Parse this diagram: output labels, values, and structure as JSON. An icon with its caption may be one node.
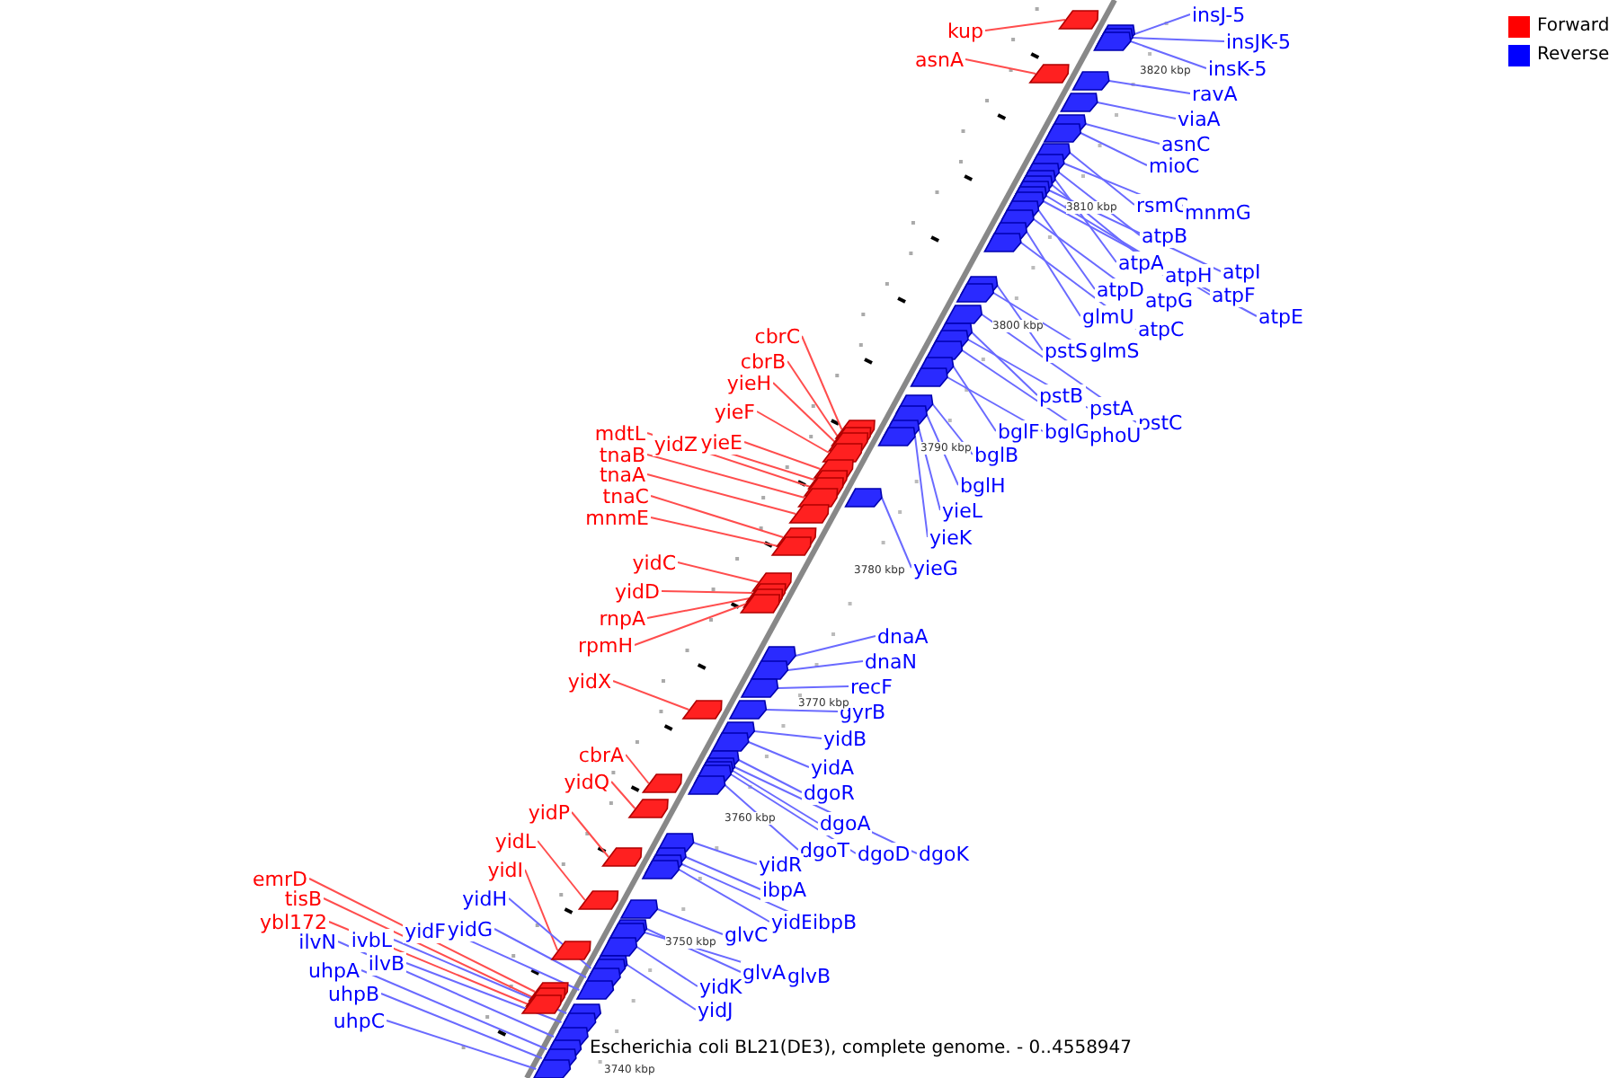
{
  "diagram": {
    "caption": "Escherichia coli BL21(DE3), complete genome. - 0..4558947",
    "nodes": [
      {
        "text": [
          "insJ-5"
        ]
      },
      {
        "text": [
          "insJK-5"
        ]
      },
      {
        "text": [
          "insK-5"
        ]
      },
      {
        "text": [
          "ravA"
        ]
      },
      {
        "text": [
          "viaA"
        ]
      },
      {
        "text": [
          "asnC"
        ]
      },
      {
        "text": [
          "mioC"
        ]
      },
      {
        "text": [
          "rsmG"
        ]
      },
      {
        "text": [
          "mnmG"
        ]
      },
      {
        "text": [
          "atpB"
        ]
      },
      {
        "text": [
          "atpA"
        ]
      },
      {
        "text": [
          "atpH"
        ]
      },
      {
        "text": [
          "atpI"
        ]
      },
      {
        "text": [
          "atpF"
        ]
      },
      {
        "text": [
          "atpE"
        ]
      },
      {
        "text": [
          "atpD"
        ]
      },
      {
        "text": [
          "atpG"
        ]
      },
      {
        "text": [
          "glmU"
        ]
      },
      {
        "text": [
          "atpC"
        ]
      },
      {
        "text": [
          "pstS"
        ]
      },
      {
        "text": [
          "glmS"
        ]
      },
      {
        "text": [
          "pstB"
        ]
      },
      {
        "text": [
          "pstA"
        ]
      },
      {
        "text": [
          "pstC"
        ]
      },
      {
        "text": [
          "bglF"
        ]
      },
      {
        "text": [
          "bglG"
        ]
      },
      {
        "text": [
          "phoU"
        ]
      },
      {
        "text": [
          "bglB"
        ]
      },
      {
        "text": [
          "bglH"
        ]
      },
      {
        "text": [
          "yieL"
        ]
      },
      {
        "text": [
          "yieK"
        ]
      },
      {
        "text": [
          "yieG"
        ]
      },
      {
        "text": [
          "kup"
        ]
      },
      {
        "text": [
          "asnA"
        ]
      },
      {
        "text": [
          "cbrC"
        ]
      },
      {
        "text": [
          "cbrB"
        ]
      },
      {
        "text": [
          "yieH"
        ]
      },
      {
        "text": [
          "yieF"
        ]
      },
      {
        "text": [
          "yieE"
        ]
      },
      {
        "text": [
          "yidZ"
        ]
      },
      {
        "text": [
          "mdtL"
        ]
      },
      {
        "text": [
          "tnaB"
        ]
      },
      {
        "text": [
          "tnaA"
        ]
      },
      {
        "text": [
          "tnaC"
        ]
      },
      {
        "text": [
          "mnmE"
        ]
      },
      {
        "text": [
          "yidC"
        ]
      },
      {
        "text": [
          "yidD"
        ]
      },
      {
        "text": [
          "rnpA"
        ]
      },
      {
        "text": [
          "rpmH"
        ]
      },
      {
        "text": [
          "yidX"
        ]
      },
      {
        "text": [
          "cbrA"
        ]
      },
      {
        "text": [
          "yidQ"
        ]
      },
      {
        "text": [
          "yidP"
        ]
      },
      {
        "text": [
          "yidL"
        ]
      },
      {
        "text": [
          "yidI"
        ]
      },
      {
        "text": [
          "emrD"
        ]
      },
      {
        "text": [
          "tisB"
        ]
      },
      {
        "text": [
          "ybl172"
        ]
      },
      {
        "text": [
          "dnaA"
        ]
      },
      {
        "text": [
          "dnaN"
        ]
      },
      {
        "text": [
          "recF"
        ]
      },
      {
        "text": [
          "gyrB"
        ]
      },
      {
        "text": [
          "yidB"
        ]
      },
      {
        "text": [
          "yidA"
        ]
      },
      {
        "text": [
          "dgoR"
        ]
      },
      {
        "text": [
          "dgoA"
        ]
      },
      {
        "text": [
          "dgoT"
        ]
      },
      {
        "text": [
          "dgoD"
        ]
      },
      {
        "text": [
          "dgoK"
        ]
      },
      {
        "text": [
          "yidR"
        ]
      },
      {
        "text": [
          "ibpA"
        ]
      },
      {
        "text": [
          "yidE"
        ]
      },
      {
        "text": [
          "ibpB"
        ]
      },
      {
        "text": [
          "glvC"
        ]
      },
      {
        "text": [
          "glvA"
        ]
      },
      {
        "text": [
          "glvB"
        ]
      },
      {
        "text": [
          "yidK"
        ]
      },
      {
        "text": [
          "yidJ"
        ]
      },
      {
        "text": [
          "yidH"
        ]
      },
      {
        "text": [
          "yidG"
        ]
      },
      {
        "text": [
          "yidF"
        ]
      },
      {
        "text": [
          "ivbL"
        ]
      },
      {
        "text": [
          "ilvB"
        ]
      },
      {
        "text": [
          "ilvN"
        ]
      },
      {
        "text": [
          "uhpA"
        ]
      },
      {
        "text": [
          "uhpB"
        ]
      },
      {
        "text": [
          "uhpC"
        ]
      },
      {
        "text": [],
        "shape": "pentagon"
      },
      {
        "text": [],
        "shape": "pentagon"
      },
      {
        "text": [],
        "shape": "pentagon"
      },
      {
        "text": [],
        "shape": "pentagon"
      },
      {
        "text": [],
        "shape": "pentagon"
      },
      {
        "text": [],
        "shape": "pentagon"
      },
      {
        "text": [],
        "shape": "pentagon"
      },
      {
        "text": [],
        "shape": "pentagon"
      },
      {
        "text": [],
        "shape": "pentagon"
      },
      {
        "text": [],
        "shape": "pentagon"
      },
      {
        "text": [],
        "shape": "pentagon"
      },
      {
        "text": [],
        "shape": "pentagon"
      },
      {
        "text": [],
        "shape": "pentagon"
      },
      {
        "text": [],
        "shape": "pentagon"
      },
      {
        "text": [],
        "shape": "pentagon"
      },
      {
        "text": [],
        "shape": "pentagon"
      },
      {
        "text": [],
        "shape": "pentagon"
      },
      {
        "text": [],
        "shape": "pentagon"
      },
      {
        "text": [],
        "shape": "pentagon"
      },
      {
        "text": [],
        "shape": "pentagon"
      },
      {
        "text": [],
        "shape": "pentagon"
      },
      {
        "text": [],
        "shape": "pentagon"
      },
      {
        "text": [],
        "shape": "pentagon"
      },
      {
        "text": [],
        "shape": "pentagon"
      },
      {
        "text": [],
        "shape": "pentagon"
      },
      {
        "text": [],
        "shape": "pentagon"
      },
      {
        "text": [],
        "shape": "pentagon"
      },
      {
        "text": [],
        "shape": "pentagon"
      },
      {
        "text": [],
        "shape": "pentagon"
      },
      {
        "text": [],
        "shape": "pentagon"
      },
      {
        "text": [],
        "shape": "pentagon"
      },
      {
        "text": [],
        "shape": "pentagon"
      },
      {
        "text": [],
        "shape": "pentagon"
      },
      {
        "text": [],
        "shape": "pentagon"
      },
      {
        "text": [],
        "shape": "pentagon"
      },
      {
        "text": [],
        "shape": "pentagon"
      },
      {
        "text": [],
        "shape": "pentagon"
      },
      {
        "text": [],
        "shape": "pentagon"
      },
      {
        "text": [],
        "shape": "pentagon"
      },
      {
        "text": [],
        "shape": "pentagon"
      },
      {
        "text": [],
        "shape": "pentagon"
      },
      {
        "text": [],
        "shape": "pentagon"
      },
      {
        "text": [],
        "shape": "pentagon"
      },
      {
        "text": [],
        "shape": "pentagon"
      },
      {
        "text": [],
        "shape": "pentagon"
      },
      {
        "text": [],
        "shape": "pentagon"
      },
      {
        "text": [],
        "shape": "pentagon"
      },
      {
        "text": [],
        "shape": "pentagon"
      },
      {
        "text": [],
        "shape": "pentagon"
      },
      {
        "text": [],
        "shape": "pentagon"
      },
      {
        "text": [],
        "shape": "pentagon"
      },
      {
        "text": [],
        "shape": "pentagon"
      },
      {
        "text": [],
        "shape": "pentagon"
      },
      {
        "text": [],
        "shape": "pentagon"
      },
      {
        "text": [],
        "shape": "pentagon"
      },
      {
        "text": [],
        "shape": "pentagon"
      },
      {
        "text": [],
        "shape": "pentagon"
      },
      {
        "text": [],
        "shape": "pentagon"
      },
      {
        "text": [],
        "shape": "pentagon"
      },
      {
        "text": [],
        "shape": "pentagon"
      },
      {
        "text": [],
        "shape": "pentagon"
      },
      {
        "text": [],
        "shape": "pentagon"
      },
      {
        "text": [],
        "shape": "pentagon"
      },
      {
        "text": [],
        "shape": "pentagon"
      },
      {
        "text": [],
        "shape": "pentagon"
      },
      {
        "text": [],
        "shape": "pentagon"
      },
      {
        "text": [],
        "shape": "pentagon"
      },
      {
        "text": [],
        "shape": "pentagon"
      },
      {
        "text": [],
        "shape": "pentagon"
      },
      {
        "text": [],
        "shape": "pentagon"
      },
      {
        "text": [],
        "shape": "pentagon"
      },
      {
        "text": [],
        "shape": "pentagon"
      },
      {
        "text": [],
        "shape": "pentagon"
      },
      {
        "text": [],
        "shape": "pentagon"
      },
      {
        "text": [],
        "shape": "pentagon"
      },
      {
        "text": [],
        "shape": "pentagon"
      },
      {
        "text": [],
        "shape": "pentagon"
      },
      {
        "text": [],
        "shape": "pentagon"
      },
      {
        "text": [],
        "shape": "pentagon"
      },
      {
        "text": [],
        "shape": "pentagon"
      },
      {
        "text": [],
        "shape": "pentagon"
      },
      {
        "text": [],
        "shape": "pentagon"
      },
      {
        "text": [],
        "shape": "pentagon"
      },
      {
        "text": [],
        "shape": "pentagon"
      },
      {
        "text": [],
        "shape": "pentagon"
      },
      {
        "text": [],
        "shape": "pentagon"
      },
      {
        "text": [],
        "shape": "pentagon"
      }
    ],
    "edges": [
      {
        "from": 0,
        "to": 88,
        "arrow": "none"
      },
      {
        "from": 1,
        "to": 89,
        "arrow": "none"
      },
      {
        "from": 2,
        "to": 90,
        "arrow": "none"
      },
      {
        "from": 3,
        "to": 92,
        "arrow": "none"
      },
      {
        "from": 4,
        "to": 93,
        "arrow": "none"
      },
      {
        "from": 5,
        "to": 94,
        "arrow": "none"
      },
      {
        "from": 6,
        "to": 95,
        "arrow": "none"
      },
      {
        "from": 7,
        "to": 96,
        "arrow": "none"
      },
      {
        "from": 8,
        "to": 97,
        "arrow": "none"
      },
      {
        "from": 9,
        "to": 98,
        "arrow": "none"
      },
      {
        "from": 10,
        "to": 99,
        "arrow": "none"
      },
      {
        "from": 11,
        "to": 100,
        "arrow": "none"
      },
      {
        "from": 12,
        "to": 101,
        "arrow": "none"
      },
      {
        "from": 13,
        "to": 102,
        "arrow": "none"
      },
      {
        "from": 14,
        "to": 103,
        "arrow": "none"
      },
      {
        "from": 15,
        "to": 104,
        "arrow": "none"
      },
      {
        "from": 16,
        "to": 105,
        "arrow": "none"
      },
      {
        "from": 17,
        "to": 106,
        "arrow": "none"
      },
      {
        "from": 18,
        "to": 107,
        "arrow": "none"
      },
      {
        "from": 19,
        "to": 108,
        "arrow": "none"
      },
      {
        "from": 20,
        "to": 109,
        "arrow": "none"
      },
      {
        "from": 21,
        "to": 111,
        "arrow": "none"
      },
      {
        "from": 22,
        "to": 112,
        "arrow": "none"
      },
      {
        "from": 23,
        "to": 110,
        "arrow": "none"
      },
      {
        "from": 24,
        "to": 114,
        "arrow": "none"
      },
      {
        "from": 25,
        "to": 115,
        "arrow": "none"
      },
      {
        "from": 26,
        "to": 113,
        "arrow": "none"
      },
      {
        "from": 27,
        "to": 116,
        "arrow": "none"
      },
      {
        "from": 28,
        "to": 117,
        "arrow": "none"
      },
      {
        "from": 29,
        "to": 118,
        "arrow": "none"
      },
      {
        "from": 30,
        "to": 120,
        "arrow": "none"
      },
      {
        "from": 31,
        "to": 127,
        "arrow": "none"
      },
      {
        "from": 32,
        "to": 87,
        "arrow": "none",
        "color": "#ff4d4d"
      },
      {
        "from": 33,
        "to": 91,
        "arrow": "none",
        "color": "#ff4d4d"
      },
      {
        "from": 34,
        "to": 119,
        "arrow": "none",
        "color": "#ff4d4d"
      },
      {
        "from": 35,
        "to": 121,
        "arrow": "none",
        "color": "#ff4d4d"
      },
      {
        "from": 36,
        "to": 122,
        "arrow": "none",
        "color": "#ff4d4d"
      },
      {
        "from": 37,
        "to": 123,
        "arrow": "none",
        "color": "#ff4d4d"
      },
      {
        "from": 38,
        "to": 124,
        "arrow": "none",
        "color": "#ff4d4d"
      },
      {
        "from": 39,
        "to": 125,
        "arrow": "none",
        "color": "#ff4d4d"
      },
      {
        "from": 40,
        "to": 126,
        "arrow": "none",
        "color": "#ff4d4d"
      },
      {
        "from": 41,
        "to": 128,
        "arrow": "none",
        "color": "#ff4d4d"
      },
      {
        "from": 42,
        "to": 129,
        "arrow": "none",
        "color": "#ff4d4d"
      },
      {
        "from": 43,
        "to": 130,
        "arrow": "none",
        "color": "#ff4d4d"
      },
      {
        "from": 44,
        "to": 131,
        "arrow": "none",
        "color": "#ff4d4d"
      },
      {
        "from": 45,
        "to": 132,
        "arrow": "none",
        "color": "#ff4d4d"
      },
      {
        "from": 46,
        "to": 133,
        "arrow": "none",
        "color": "#ff4d4d"
      },
      {
        "from": 47,
        "to": 134,
        "arrow": "none",
        "color": "#ff4d4d"
      },
      {
        "from": 48,
        "to": 135,
        "arrow": "none",
        "color": "#ff4d4d"
      },
      {
        "from": 49,
        "to": 139,
        "arrow": "none",
        "color": "#ff4d4d"
      },
      {
        "from": 50,
        "to": 147,
        "arrow": "none",
        "color": "#ff4d4d"
      },
      {
        "from": 51,
        "to": 149,
        "arrow": "none",
        "color": "#ff4d4d"
      },
      {
        "from": 52,
        "to": 151,
        "arrow": "none",
        "color": "#ff4d4d"
      },
      {
        "from": 53,
        "to": 155,
        "arrow": "none",
        "color": "#ff4d4d"
      },
      {
        "from": 54,
        "to": 160,
        "arrow": "none",
        "color": "#ff4d4d"
      },
      {
        "from": 55,
        "to": 165,
        "arrow": "none",
        "color": "#ff4d4d"
      },
      {
        "from": 56,
        "to": 166,
        "arrow": "none",
        "color": "#ff4d4d"
      },
      {
        "from": 57,
        "to": 167,
        "arrow": "none",
        "color": "#ff4d4d"
      },
      {
        "from": 58,
        "to": 136,
        "arrow": "none"
      },
      {
        "from": 59,
        "to": 137,
        "arrow": "none"
      },
      {
        "from": 60,
        "to": 138,
        "arrow": "none"
      },
      {
        "from": 61,
        "to": 140,
        "arrow": "none"
      },
      {
        "from": 62,
        "to": 141,
        "arrow": "none"
      },
      {
        "from": 63,
        "to": 142,
        "arrow": "none"
      },
      {
        "from": 64,
        "to": 143,
        "arrow": "none"
      },
      {
        "from": 65,
        "to": 145,
        "arrow": "none"
      },
      {
        "from": 66,
        "to": 148,
        "arrow": "none"
      },
      {
        "from": 67,
        "to": 146,
        "arrow": "none"
      },
      {
        "from": 68,
        "to": 144,
        "arrow": "none"
      },
      {
        "from": 69,
        "to": 150,
        "arrow": "none"
      },
      {
        "from": 70,
        "to": 152,
        "arrow": "none"
      },
      {
        "from": 71,
        "to": 154,
        "arrow": "none"
      },
      {
        "from": 72,
        "to": 153,
        "arrow": "none"
      },
      {
        "from": 73,
        "to": 156,
        "arrow": "none"
      },
      {
        "from": 74,
        "to": 157,
        "arrow": "none"
      },
      {
        "from": 75,
        "to": 158,
        "arrow": "none"
      },
      {
        "from": 76,
        "to": 159,
        "arrow": "none"
      },
      {
        "from": 77,
        "to": 161,
        "arrow": "none"
      },
      {
        "from": 78,
        "to": 162,
        "arrow": "none"
      },
      {
        "from": 79,
        "to": 163,
        "arrow": "none"
      },
      {
        "from": 80,
        "to": 164,
        "arrow": "none"
      },
      {
        "from": 81,
        "to": 168,
        "arrow": "none"
      },
      {
        "from": 82,
        "to": 169,
        "arrow": "none"
      },
      {
        "from": 83,
        "to": 170,
        "arrow": "none"
      },
      {
        "from": 84,
        "to": 171,
        "arrow": "none"
      },
      {
        "from": 85,
        "to": 172,
        "arrow": "none"
      },
      {
        "from": 86,
        "to": 173,
        "arrow": "none"
      }
    ],
    "labels": [
      "3820 kbp",
      "3810 kbp",
      "3800 kbp",
      "3790 kbp",
      "3780 kbp",
      "3770 kbp",
      "3760 kbp",
      "3750 kbp",
      "3740 kbp"
    ],
    "legend": [
      {
        "text": "Forward",
        "color": "#ff0000"
      },
      {
        "text": "Reverse",
        "color": "#0000ff"
      }
    ]
  }
}
